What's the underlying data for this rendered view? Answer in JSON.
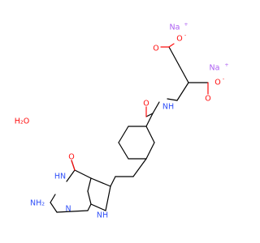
{
  "colors": {
    "carbon": "#000000",
    "oxygen": "#ff0d0d",
    "nitrogen": "#3050f8",
    "sodium": "#ab5cf2",
    "background": "#ffffff"
  },
  "labels": {
    "na_top": "Na",
    "na_top_charge": "+",
    "na_right": "Na",
    "na_right_charge": "+",
    "o_carboxylate_top_single": "O",
    "o_carboxylate_top_single_charge": "-",
    "o_carboxylate_top_double": "O",
    "o_carboxylate_right_single": "O",
    "o_carboxylate_right_single_charge": "-",
    "o_carboxylate_right_double": "O",
    "nh_amide": "NH",
    "o_amide": "O",
    "water": "H₂O",
    "o_ring_carbonyl": "O",
    "nh_ring_3": "HN",
    "n_ring_1": "N",
    "nh_pyrrole": "NH",
    "amino": "NH₂"
  }
}
